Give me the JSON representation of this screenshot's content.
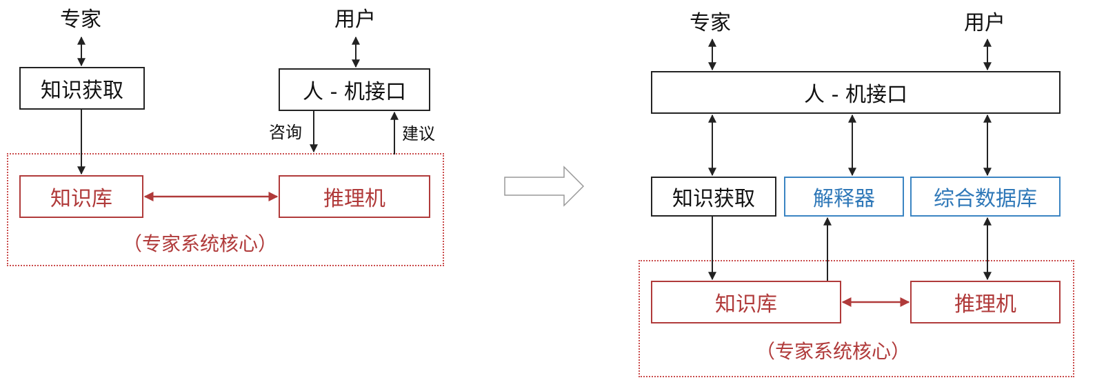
{
  "colors": {
    "black": "#222222",
    "red": "#b03a3a",
    "blue": "#3a84c2",
    "transition_arrow": "#999999"
  },
  "left": {
    "expert": "专家",
    "user": "用户",
    "knowledge_acquisition": "知识获取",
    "hmi": "人 - 机接口",
    "consult": "咨询",
    "suggest": "建议",
    "knowledge_base": "知识库",
    "inference_engine": "推理机",
    "core_label": "（专家系统核心）"
  },
  "right": {
    "expert": "专家",
    "user": "用户",
    "hmi": "人 - 机接口",
    "knowledge_acquisition": "知识获取",
    "explainer": "解释器",
    "database": "综合数据库",
    "knowledge_base": "知识库",
    "inference_engine": "推理机",
    "core_label": "（专家系统核心）"
  }
}
